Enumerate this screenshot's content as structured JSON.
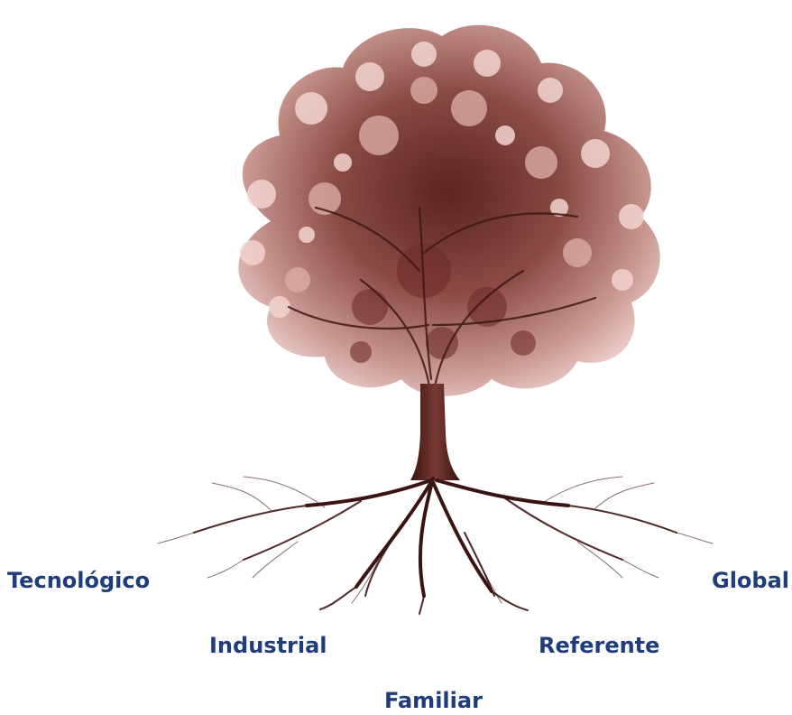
{
  "colors": {
    "label": "#1f3d7a",
    "foliage_light": "#f3d6d2",
    "foliage_mid": "#c48b84",
    "foliage_dark": "#7a3a36",
    "trunk": "#4e1e1b",
    "roots": "#3a1412"
  },
  "illustration": {
    "icon": "tree-with-roots-icon"
  },
  "labels": {
    "tecnologico": "Tecnológico",
    "global": "Global",
    "industrial": "Industrial",
    "referente": "Referente",
    "familiar": "Familiar"
  }
}
